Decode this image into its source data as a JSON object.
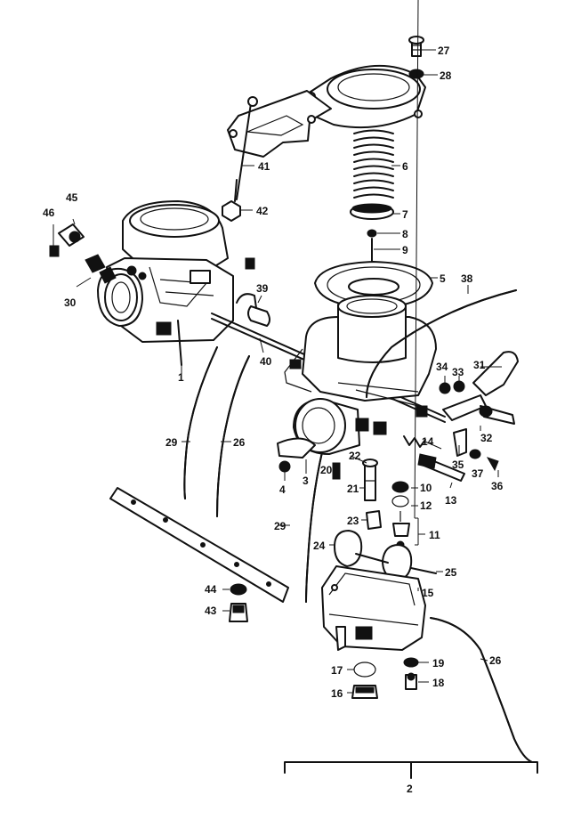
{
  "labels": {
    "l1": "1",
    "l2": "2",
    "l3": "3",
    "l4": "4",
    "l5": "5",
    "l6": "6",
    "l7": "7",
    "l8": "8",
    "l9": "9",
    "l10": "10",
    "l11": "11",
    "l12": "12",
    "l13": "13",
    "l14": "14",
    "l15": "15",
    "l16": "16",
    "l17": "17",
    "l18": "18",
    "l19": "19",
    "l20": "20",
    "l21": "21",
    "l22": "22",
    "l23": "23",
    "l24": "24",
    "l25": "25",
    "l26a": "26",
    "l26b": "26",
    "l27": "27",
    "l28": "28",
    "l29a": "29",
    "l29b": "29",
    "l30": "30",
    "l31": "31",
    "l32": "32",
    "l33": "33",
    "l34": "34",
    "l35": "35",
    "l36": "36",
    "l37": "37",
    "l38": "38",
    "l39": "39",
    "l40": "40",
    "l41": "41",
    "l42": "42",
    "l43": "43",
    "l44": "44",
    "l45": "45",
    "l46": "46"
  }
}
